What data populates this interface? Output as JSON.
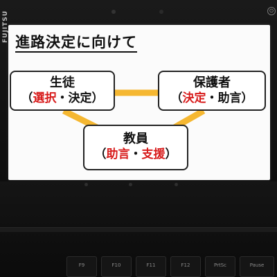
{
  "device": {
    "brand": "FUJITSU"
  },
  "slide": {
    "title": "進路決定に向けて",
    "student": {
      "name": "生徒",
      "open": "（",
      "role1": "選択",
      "sep": "・",
      "role2": "決定",
      "close": "）"
    },
    "guardian": {
      "name": "保護者",
      "open": "（",
      "role1": "決定",
      "sep": "・",
      "role2": "助言",
      "close": "）"
    },
    "teacher": {
      "name": "教員",
      "open": "（",
      "role1": "助言",
      "sep": "・",
      "role2": "支援",
      "close": "）"
    },
    "colors": {
      "connector": "#f5b731",
      "highlight": "#d81b1b",
      "text": "#111111"
    }
  },
  "keyboard": {
    "keys": [
      "F9",
      "F10",
      "F11",
      "F12",
      "PrtSc",
      "Pause"
    ]
  }
}
